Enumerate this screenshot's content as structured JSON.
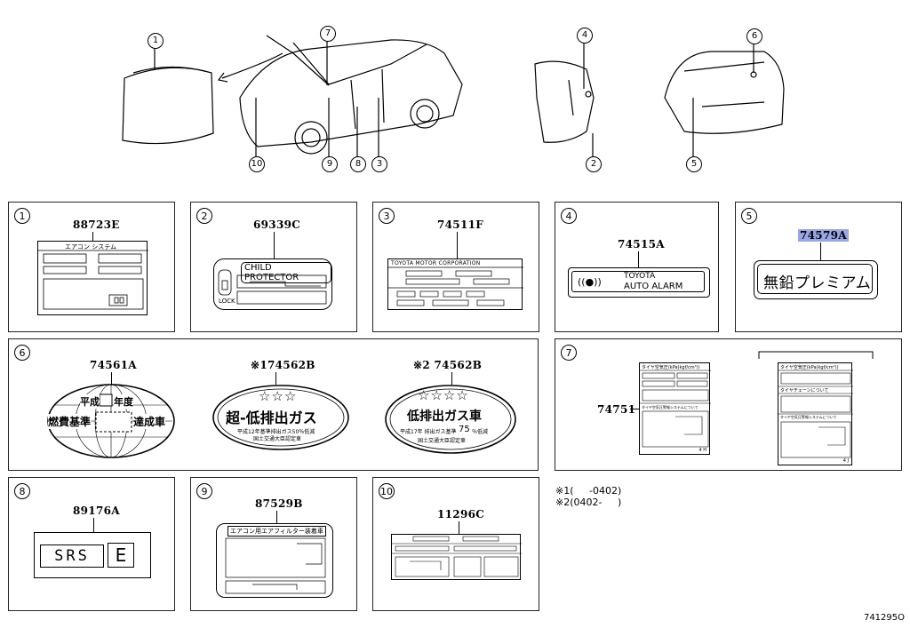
{
  "diagram_code": "741295O",
  "callouts": [
    "1",
    "2",
    "3",
    "4",
    "5",
    "6",
    "7",
    "8",
    "9",
    "10"
  ],
  "panels": [
    {
      "num": "1",
      "part": "88723E",
      "text": "エアコン システム"
    },
    {
      "num": "2",
      "part": "69339C",
      "text": "CHILD PROTECTOR",
      "sub": "LOCK"
    },
    {
      "num": "3",
      "part": "74511F",
      "text": "TOYOTA MOTOR CORPORATION"
    },
    {
      "num": "4",
      "part": "74515A",
      "text_line1": "TOYOTA",
      "text_line2": "AUTO ALARM"
    },
    {
      "num": "5",
      "part": "74579A",
      "text": "無鉛プレミアム"
    },
    {
      "num": "6"
    },
    {
      "num": "7",
      "part": "74751"
    },
    {
      "num": "8",
      "part": "89176A",
      "srs": "SRS",
      "e": "E"
    },
    {
      "num": "9",
      "part": "87529B",
      "text": "エアコン用エアフィルター装着車"
    },
    {
      "num": "10",
      "part": "11296C"
    }
  ],
  "panel6": {
    "labels": [
      {
        "part": "74561A",
        "line1a": "平成",
        "line1b": "年度",
        "line2a": "燃費基準",
        "line2b": "達成車"
      },
      {
        "part": "※174562B",
        "stars": "☆☆☆",
        "main": "超-低排出ガス",
        "note1": "平成12年基準排出ガス50％低減",
        "note2": "国土交通大臣認定車"
      },
      {
        "part": "※2 74562B",
        "stars": "☆☆☆☆",
        "main": "低排出ガス車",
        "note1a": "平成17年 排出ガス基準",
        "note1b": "75",
        "note1c": "％低減",
        "note2": "国土交通大臣認定車"
      }
    ]
  },
  "panel7": {
    "left_title": "タイヤ空気圧(kPa(kgf/cm²))",
    "left_mid": "タイヤ空気圧警報システムについて",
    "right_title": "タイヤ空気圧(kPa(kgf/cm²))",
    "right_mid": "タイヤチェーンについて",
    "right_mid2": "タイヤ空気圧警報システムについて",
    "left_foot": "4 H",
    "right_foot": "4 J"
  },
  "notes": {
    "line1": "※1(     -0402)",
    "line2": "※2(0402-     )"
  },
  "colors": {
    "highlight": "#9aa7e6",
    "line": "#000000"
  }
}
